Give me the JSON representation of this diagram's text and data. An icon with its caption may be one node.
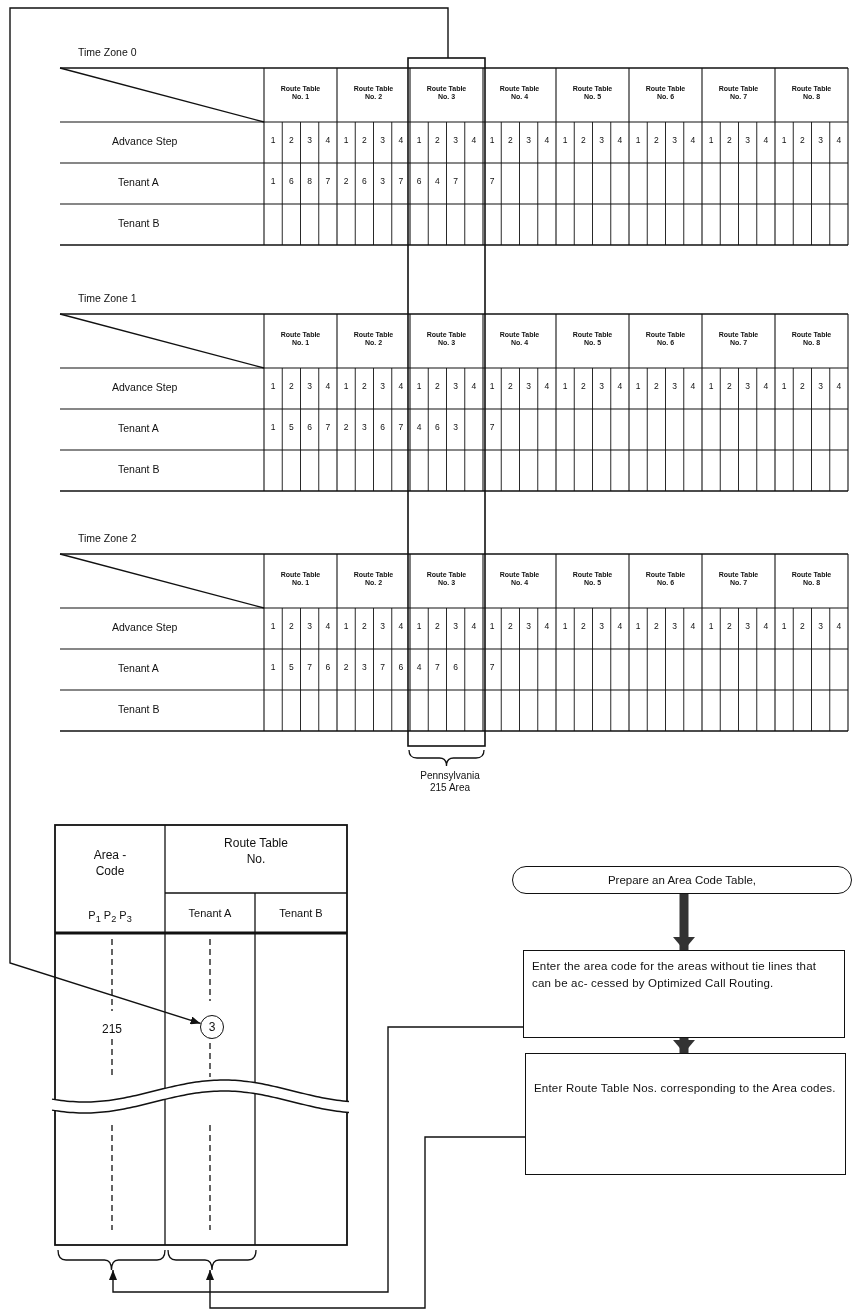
{
  "diagram": {
    "nodes": [
      {
        "text": [],
        "shape": "box"
      },
      {
        "text": [
          "Area - Code",
          "P$_{1}$ P$_{2}$ P$_{3}$",
          "Route Table No.",
          "Tenant A",
          "Tenant B",
          "215"
        ]
      },
      {
        "text": [
          "3"
        ],
        "in": 1
      },
      {
        "text": [],
        "shape": "brace"
      },
      {
        "text": [],
        "shape": "brace"
      },
      {
        "text": [
          "Prepare an Area Code Table,"
        ]
      },
      {
        "text": [
          "Enter the area code for the areas without tie lines that can be ac- cessed by Optimized Call Routing."
        ]
      },
      {
        "text": [
          "Enter Route Table Nos. corresponding to the Area codes."
        ]
      }
    ],
    "edges": [
      {
        "from": 0,
        "to": 2,
        "arrow": "to"
      },
      {
        "from": 5,
        "to": 6,
        "arrow": "to",
        "style": "thick"
      },
      {
        "from": 6,
        "to": 7,
        "arrow": "to",
        "style": "thick"
      },
      {
        "from": 6,
        "to": 3,
        "arrow": "to"
      },
      {
        "from": 7,
        "to": 4,
        "arrow": "to"
      }
    ],
    "labels": [
      "Time Zone 0",
      "Route Table No. 1",
      "Route Table No. 2",
      "Route Table No. 3",
      "Route Table No. 4",
      "Route Table No. 5",
      "Route Table No. 6",
      "Route Table No. 7",
      "Route Table No. 8",
      "Advance Step",
      "1",
      "2",
      "3",
      "4",
      "1",
      "2",
      "3",
      "4",
      "1",
      "2",
      "3",
      "4",
      "1",
      "2",
      "3",
      "4",
      "1",
      "2",
      "3",
      "4",
      "1",
      "2",
      "3",
      "4",
      "1",
      "2",
      "3",
      "4",
      "1",
      "2",
      "3",
      "4",
      "Tenant A",
      "1",
      "6",
      "8",
      "7",
      "2",
      "6",
      "3",
      "7",
      "6",
      "4",
      "7",
      "7",
      "Tenant B",
      "Time Zone 1",
      "Route Table No. 1",
      "Route Table No. 2",
      "Route Table No. 3",
      "Route Table No. 4",
      "Route Table No. 5",
      "Route Table No. 6",
      "Route Table No. 7",
      "Route Table No. 8",
      "Advance Step",
      "1",
      "2",
      "3",
      "4",
      "1",
      "2",
      "3",
      "4",
      "1",
      "2",
      "3",
      "4",
      "1",
      "2",
      "3",
      "4",
      "1",
      "2",
      "3",
      "4",
      "1",
      "2",
      "3",
      "4",
      "1",
      "2",
      "3",
      "4",
      "1",
      "2",
      "3",
      "4",
      "Tenant A",
      "1",
      "5",
      "6",
      "7",
      "2",
      "3",
      "6",
      "7",
      "4",
      "6",
      "3",
      "7",
      "Tenant B",
      "Time Zone 2",
      "Route Table No. 1",
      "Route Table No. 2",
      "Route Table No. 3",
      "Route Table No. 4",
      "Route Table No. 5",
      "Route Table No. 6",
      "Route Table No. 7",
      "Route Table No. 8",
      "Advance Step",
      "1",
      "2",
      "3",
      "4",
      "1",
      "2",
      "3",
      "4",
      "1",
      "2",
      "3",
      "4",
      "1",
      "2",
      "3",
      "4",
      "1",
      "2",
      "3",
      "4",
      "1",
      "2",
      "3",
      "4",
      "1",
      "2",
      "3",
      "4",
      "1",
      "2",
      "3",
      "4",
      "Tenant A",
      "1",
      "5",
      "7",
      "6",
      "2",
      "3",
      "7",
      "6",
      "4",
      "7",
      "6",
      "7",
      "Tenant B",
      "Pennsylvania 215 Area"
    ]
  }
}
